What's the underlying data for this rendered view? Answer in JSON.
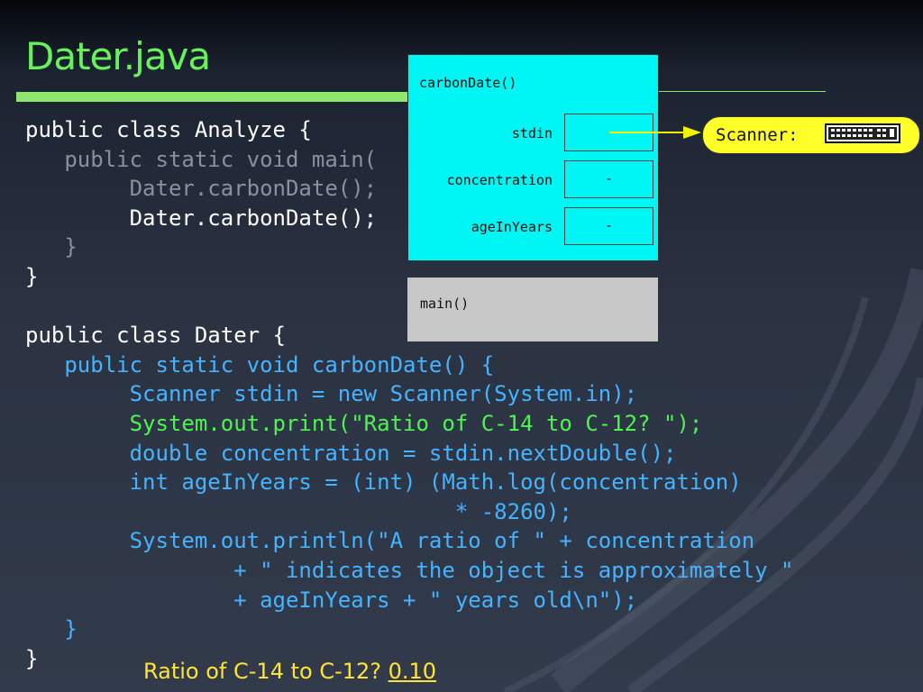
{
  "slide": {
    "title": "Dater.java",
    "output_prompt": "Ratio of C-14 to C-12? ",
    "output_input": "0.10"
  },
  "code": {
    "analyze": {
      "line1": "public class Analyze {",
      "line2": "   public static void main(",
      "line3": "        Dater.carbonDate();",
      "line4": "        Dater.carbonDate();",
      "line5": "   }",
      "line6": "}"
    },
    "dater": {
      "line1": "public class Dater {",
      "line2": "   public static void carbonDate() {",
      "line3": "        Scanner stdin = new Scanner(System.in);",
      "line4": "        System.out.print(\"Ratio of C-14 to C-12? \");",
      "line5": "        double concentration = stdin.nextDouble();",
      "line6": "        int ageInYears = (int) (Math.log(concentration)",
      "line7": "                                 * -8260);",
      "line8": "        System.out.println(\"A ratio of \" + concentration",
      "line9": "                + \" indicates the object is approximately \"",
      "line10": "                + ageInYears + \" years old\\n\");",
      "line11": "   }",
      "line12": "}"
    }
  },
  "diagram": {
    "carbon_frame": {
      "label": "carbonDate()",
      "vars": [
        {
          "name": "stdin",
          "value": ""
        },
        {
          "name": "concentration",
          "value": "-"
        },
        {
          "name": "ageInYears",
          "value": "-"
        }
      ]
    },
    "main_frame": {
      "label": "main()"
    },
    "scanner_object": {
      "label": "Scanner:",
      "icon": "keyboard-icon"
    }
  },
  "colors": {
    "title": "#66f25a",
    "code_highlight": "#45b3ff",
    "code_string": "#4cf54f",
    "frame_active": "#00f5f5",
    "frame_inactive": "#c8c8c8",
    "scanner_bg": "#ffff2a",
    "output_text": "#ffe335"
  }
}
